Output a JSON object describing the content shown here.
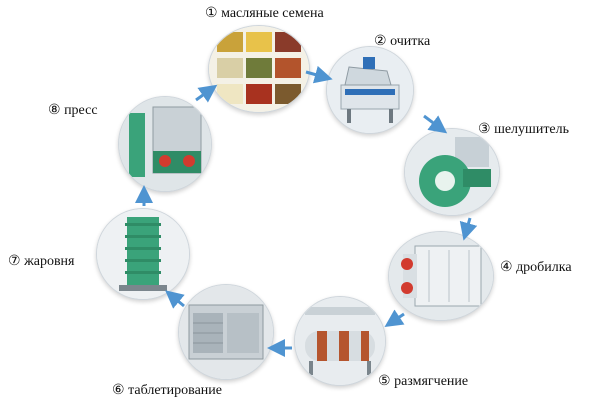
{
  "steps": [
    {
      "num": "①",
      "label": "масляные семена"
    },
    {
      "num": "②",
      "label": "очитка"
    },
    {
      "num": "③",
      "label": "шелушитель"
    },
    {
      "num": "④",
      "label": "дробилка"
    },
    {
      "num": "⑤",
      "label": "размягчение"
    },
    {
      "num": "⑥",
      "label": "таблетирование"
    },
    {
      "num": "⑦",
      "label": "жаровня"
    },
    {
      "num": "⑧",
      "label": "пресс"
    }
  ],
  "colors": {
    "arrow": "#4f94d1",
    "machine_green": "#3aa37a",
    "machine_steel": "#b8c2c9",
    "seed_tones": [
      "#c9a23a",
      "#e8c24a",
      "#8a3b2a",
      "#d9cfa6",
      "#6f7b3a",
      "#b3542c",
      "#efe6c2",
      "#a8321f",
      "#7b5a2e"
    ]
  }
}
